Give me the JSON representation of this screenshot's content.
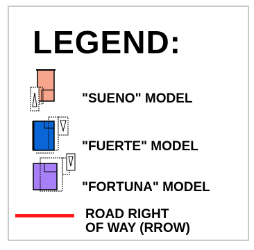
{
  "legend": {
    "title": "LEGEND:",
    "items": [
      {
        "label": "\"SUENO\" MODEL",
        "icon": "sueno-house-icon",
        "color": "#f7a58c"
      },
      {
        "label": "\"FUERTE\" MODEL",
        "icon": "fuerte-house-icon",
        "color": "#0a66d6"
      },
      {
        "label": "\"FORTUNA\" MODEL",
        "icon": "fortuna-house-icon",
        "color": "#a77ff7"
      }
    ],
    "road": {
      "line1": "ROAD RIGHT",
      "line2": "OF WAY (RROW)",
      "color": "#ff1a1a"
    }
  }
}
